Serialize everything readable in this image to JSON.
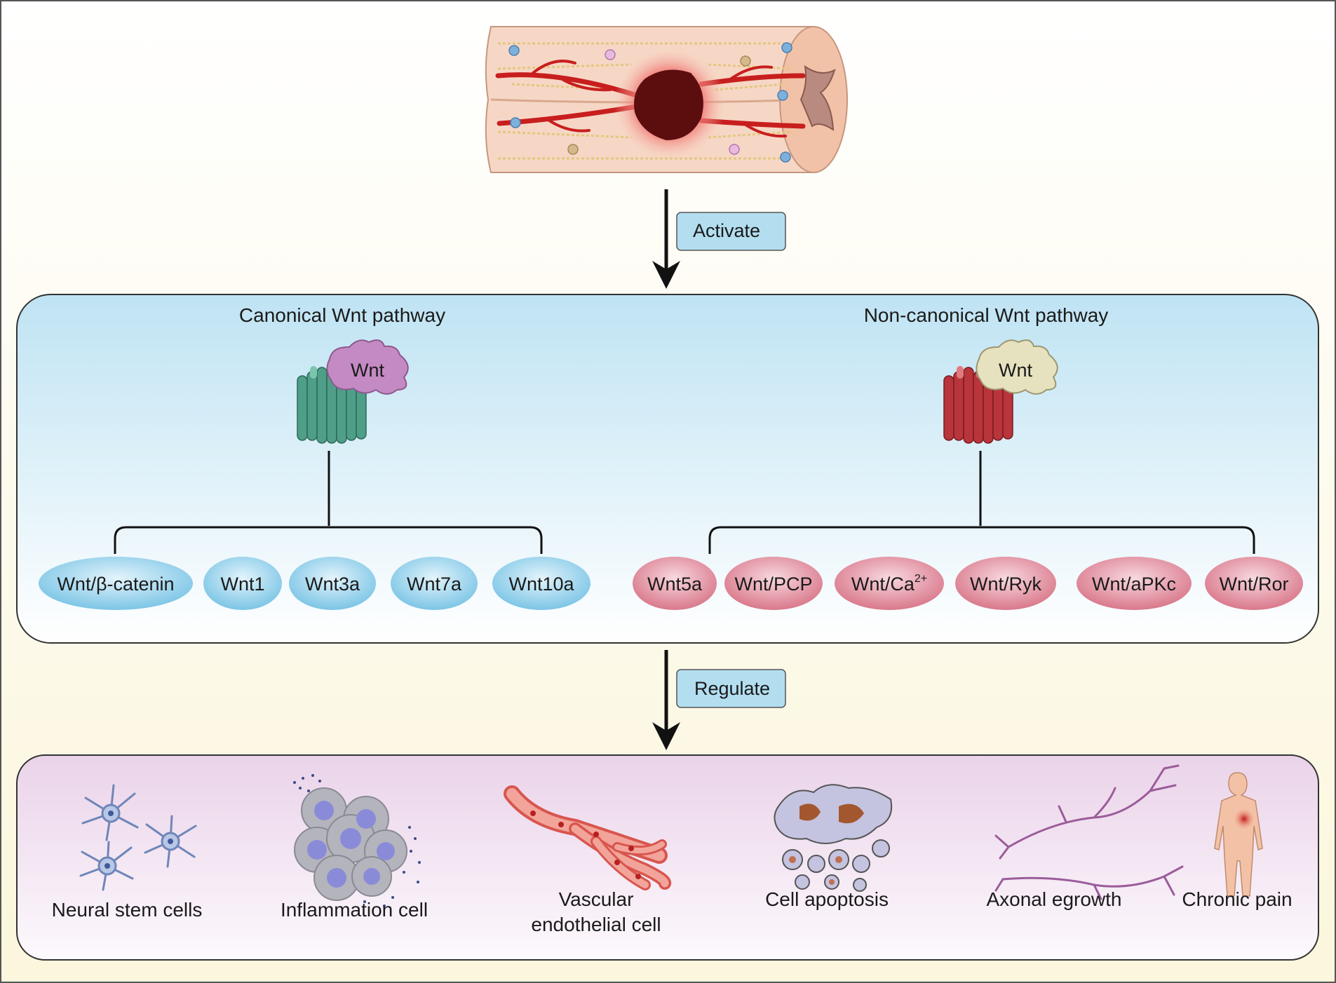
{
  "top": {
    "activate_label": "Activate"
  },
  "pathways": {
    "canonical": {
      "title": "Canonical Wnt pathway",
      "ligand": "Wnt",
      "members": [
        "Wnt/β-catenin",
        "Wnt1",
        "Wnt3a",
        "Wnt7a",
        "Wnt10a"
      ]
    },
    "noncanonical": {
      "title": "Non-canonical Wnt pathway",
      "ligand": "Wnt",
      "members": [
        "Wnt5a",
        "Wnt/PCP",
        "Wnt/Ca",
        "Wnt/Ryk",
        "Wnt/aPKc",
        "Wnt/Ror"
      ],
      "ca_superscript": "2+"
    }
  },
  "middle": {
    "regulate_label": "Regulate"
  },
  "outcomes": {
    "neural": "Neural stem cells",
    "inflammation": "Inflammation cell",
    "vascular_line1": "Vascular",
    "vascular_line2": "endothelial cell",
    "apoptosis": "Cell apoptosis",
    "axonal": "Axonal egrowth",
    "pain": "Chronic pain"
  },
  "colors": {
    "canonical_receptor": "#4f9e88",
    "canonical_ligand": "#c48ac4",
    "noncanonical_receptor": "#b8353b",
    "noncanonical_ligand": "#e6e2c0",
    "canonical_oval": "#8dcde8",
    "noncanonical_oval": "#df8a9a",
    "label_box": "#b3def0"
  }
}
